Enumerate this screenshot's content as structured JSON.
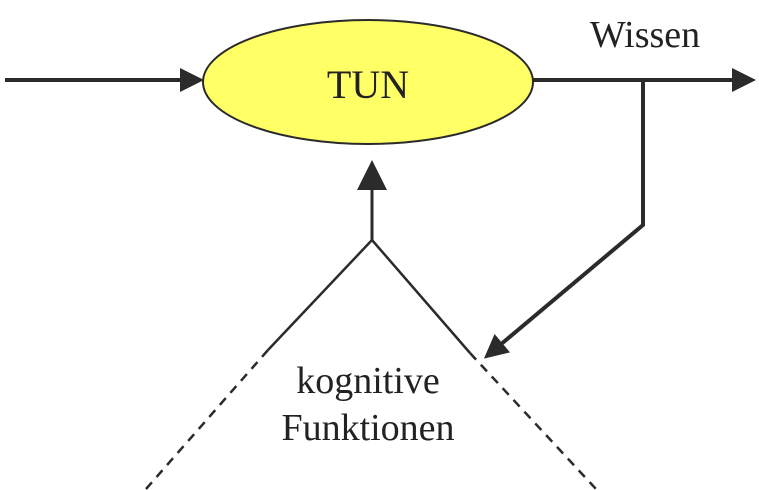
{
  "diagram": {
    "center_label": "TUN",
    "output_label": "Wissen",
    "bottom_label_line1": "kognitive",
    "bottom_label_line2": "Funktionen"
  },
  "colors": {
    "ellipse_fill": "#FFFF66",
    "stroke": "#2b2b2b"
  }
}
